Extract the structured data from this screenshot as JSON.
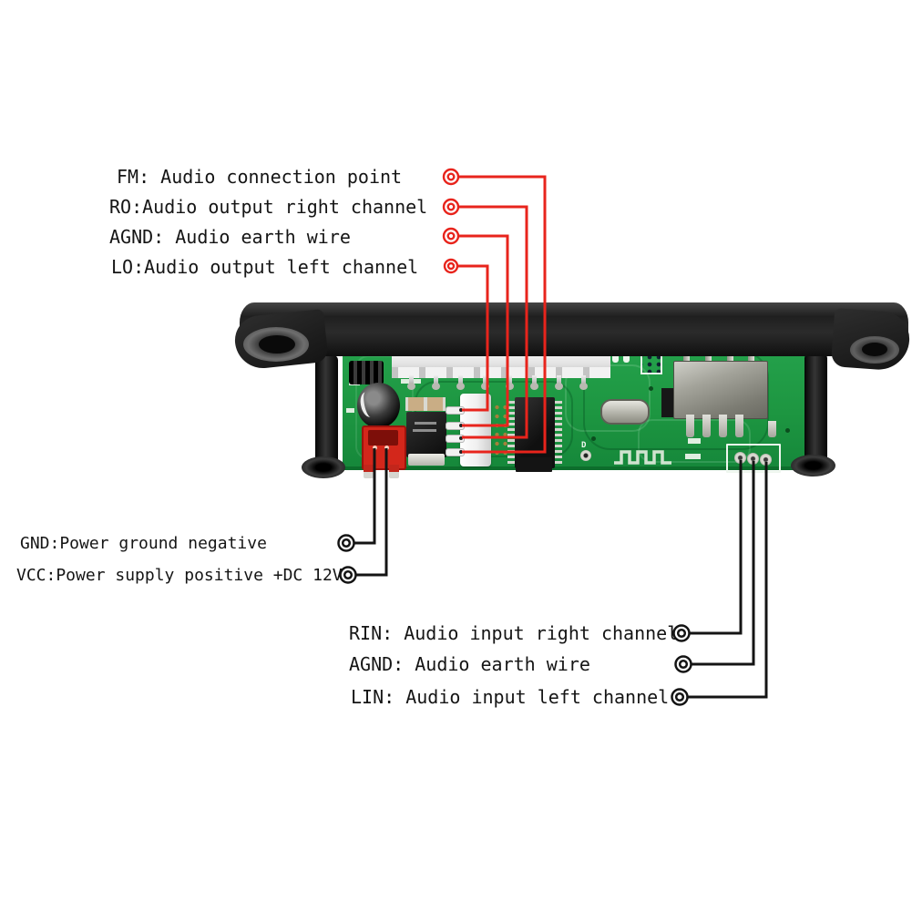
{
  "title": "MP3 decoder board pinout diagram",
  "colors": {
    "background": "#ffffff",
    "callout_red": "#e8241c",
    "callout_black": "#141414",
    "pcb_green": "#1d9641",
    "panel_black": "#1f1f1f",
    "power_connector_red": "#d3271b"
  },
  "callouts": {
    "audio_output": [
      {
        "id": "fm",
        "label": "FM: Audio connection point"
      },
      {
        "id": "ro",
        "label": "RO:Audio output right channel"
      },
      {
        "id": "agnd",
        "label": "AGND: Audio earth wire"
      },
      {
        "id": "lo",
        "label": "LO:Audio output left channel"
      }
    ],
    "power": [
      {
        "id": "gnd",
        "label": "GND:Power ground negative"
      },
      {
        "id": "vcc",
        "label": "VCC:Power supply positive +DC 12V"
      }
    ],
    "audio_input": [
      {
        "id": "rin",
        "label": "RIN: Audio input right channel"
      },
      {
        "id": "agnd",
        "label": "AGND: Audio earth wire"
      },
      {
        "id": "lin",
        "label": "LIN: Audio input left channel"
      }
    ]
  },
  "board": {
    "silkscreen_d": "D"
  }
}
